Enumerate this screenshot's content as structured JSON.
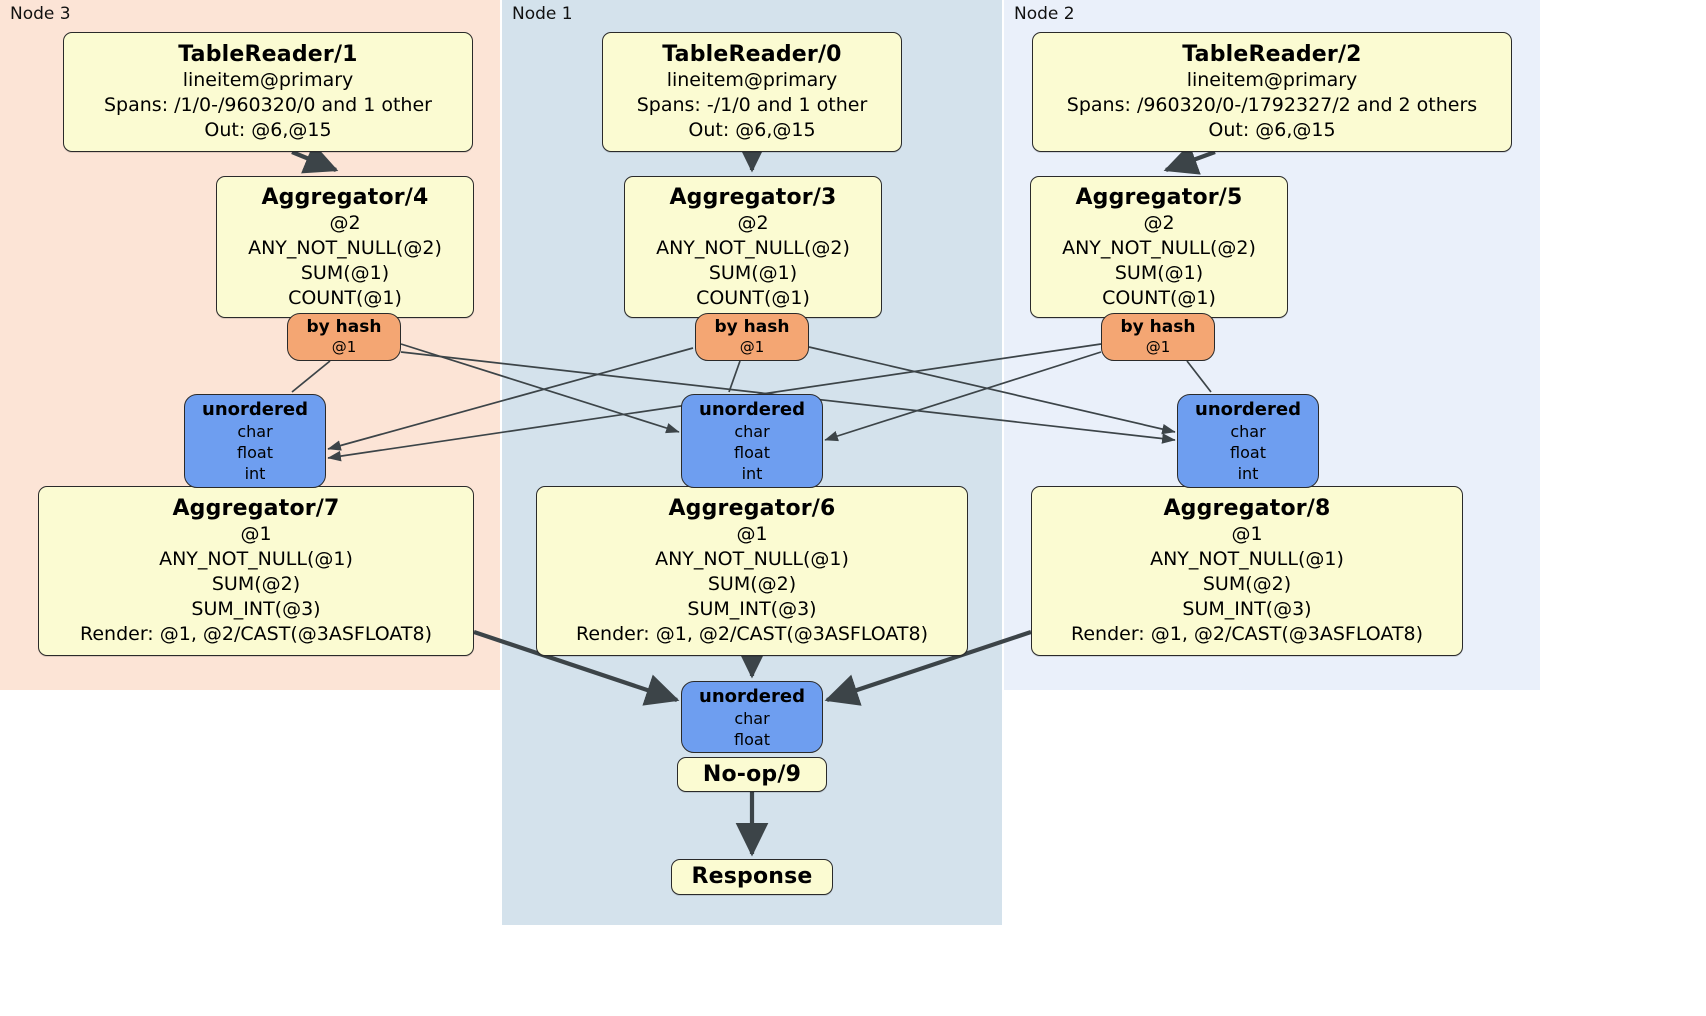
{
  "diagram": {
    "title": "Distributed SQL query execution plan",
    "colors": {
      "node3_panel": "#fce4d6",
      "node1_panel": "#d4e2ec",
      "node2_panel": "#eaf0fa",
      "processor_box": "#fbfbd2",
      "router_box": "#f4a673",
      "synchronizer_box": "#6e9ef0",
      "edge_stroke": "#3c4448"
    }
  },
  "panels": [
    {
      "id": "node3",
      "label": "Node 3"
    },
    {
      "id": "node1",
      "label": "Node 1"
    },
    {
      "id": "node2",
      "label": "Node 2"
    }
  ],
  "processors": {
    "tablereader_1": {
      "title": "TableReader/1",
      "lines": [
        "lineitem@primary",
        "Spans: /1/0-/960320/0 and 1 other",
        "Out: @6,@15"
      ]
    },
    "tablereader_0": {
      "title": "TableReader/0",
      "lines": [
        "lineitem@primary",
        "Spans: -/1/0 and 1 other",
        "Out: @6,@15"
      ]
    },
    "tablereader_2": {
      "title": "TableReader/2",
      "lines": [
        "lineitem@primary",
        "Spans: /960320/0-/1792327/2 and 2 others",
        "Out: @6,@15"
      ]
    },
    "aggregator_4": {
      "title": "Aggregator/4",
      "lines": [
        "@2",
        "ANY_NOT_NULL(@2)",
        "SUM(@1)",
        "COUNT(@1)"
      ]
    },
    "aggregator_3": {
      "title": "Aggregator/3",
      "lines": [
        "@2",
        "ANY_NOT_NULL(@2)",
        "SUM(@1)",
        "COUNT(@1)"
      ]
    },
    "aggregator_5": {
      "title": "Aggregator/5",
      "lines": [
        "@2",
        "ANY_NOT_NULL(@2)",
        "SUM(@1)",
        "COUNT(@1)"
      ]
    },
    "aggregator_7": {
      "title": "Aggregator/7",
      "lines": [
        "@1",
        "ANY_NOT_NULL(@1)",
        "SUM(@2)",
        "SUM_INT(@3)",
        "Render: @1, @2/CAST(@3ASFLOAT8)"
      ]
    },
    "aggregator_6": {
      "title": "Aggregator/6",
      "lines": [
        "@1",
        "ANY_NOT_NULL(@1)",
        "SUM(@2)",
        "SUM_INT(@3)",
        "Render: @1, @2/CAST(@3ASFLOAT8)"
      ]
    },
    "aggregator_8": {
      "title": "Aggregator/8",
      "lines": [
        "@1",
        "ANY_NOT_NULL(@1)",
        "SUM(@2)",
        "SUM_INT(@3)",
        "Render: @1, @2/CAST(@3ASFLOAT8)"
      ]
    },
    "noop_9": {
      "title": "No-op/9",
      "lines": []
    },
    "response": {
      "title": "Response",
      "lines": []
    }
  },
  "routers": {
    "byhash_4": {
      "title": "by hash",
      "lines": [
        "@1"
      ]
    },
    "byhash_3": {
      "title": "by hash",
      "lines": [
        "@1"
      ]
    },
    "byhash_5": {
      "title": "by hash",
      "lines": [
        "@1"
      ]
    }
  },
  "synchronizers": {
    "unordered_7": {
      "title": "unordered",
      "lines": [
        "char",
        "float",
        "int"
      ]
    },
    "unordered_6": {
      "title": "unordered",
      "lines": [
        "char",
        "float",
        "int"
      ]
    },
    "unordered_8": {
      "title": "unordered",
      "lines": [
        "char",
        "float",
        "int"
      ]
    },
    "unordered_final": {
      "title": "unordered",
      "lines": [
        "char",
        "float"
      ]
    }
  }
}
